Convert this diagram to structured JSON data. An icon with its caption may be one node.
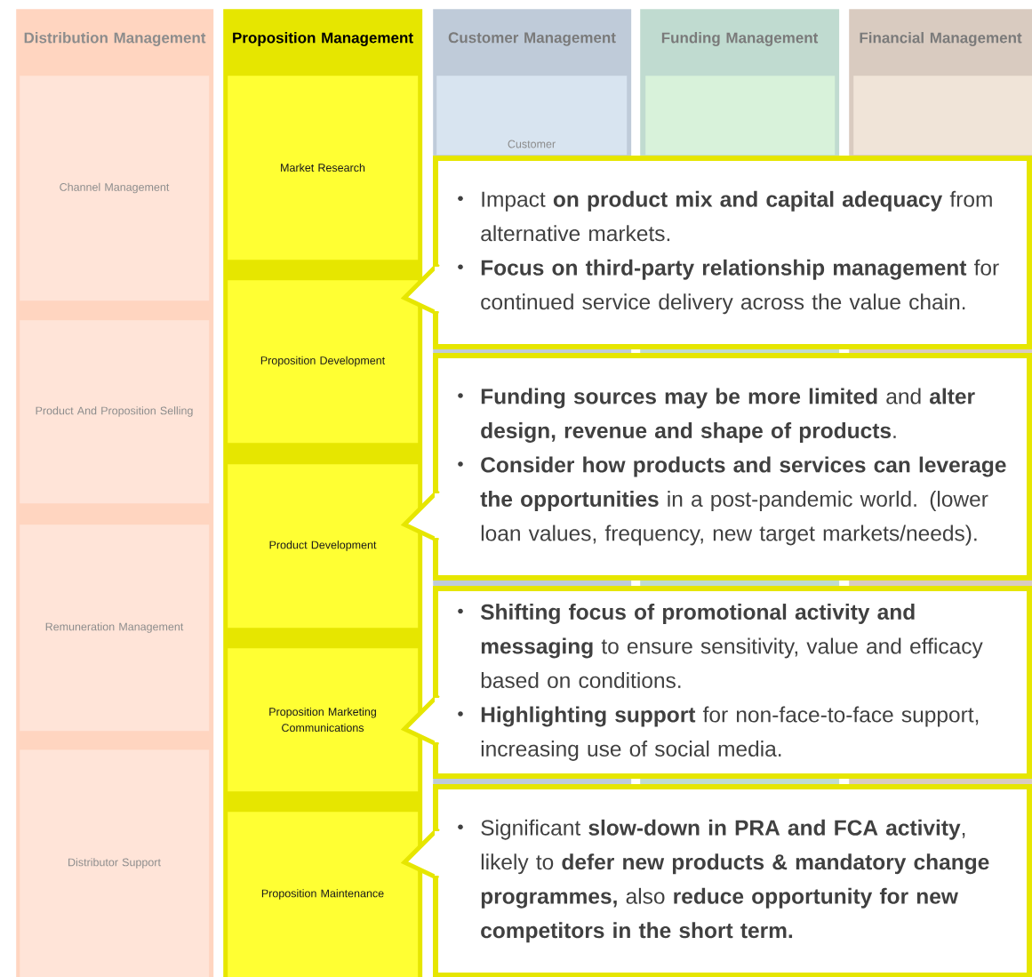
{
  "diagram": {
    "nodes": [
      {
        "text": [
          "Distribution Management"
        ]
      },
      {
        "text": [
          "Channel Management"
        ],
        "in": 0
      },
      {
        "text": [
          "Product And Proposition Selling"
        ],
        "in": 0
      },
      {
        "text": [
          "Remuneration Management"
        ],
        "in": 0
      },
      {
        "text": [
          "Distributor Support"
        ],
        "in": 0
      },
      {
        "text": [
          "Proposition Management"
        ]
      },
      {
        "text": [
          "Market Research"
        ],
        "in": 5
      },
      {
        "text": [
          "Proposition Development"
        ],
        "in": 5
      },
      {
        "text": [
          "Product Development"
        ],
        "in": 5
      },
      {
        "text": [
          "Proposition Marketing Communications"
        ],
        "in": 5
      },
      {
        "text": [
          "Proposition Maintenance"
        ],
        "in": 5
      },
      {
        "text": [
          "Customer Management"
        ]
      },
      {
        "text": [
          "Customer"
        ],
        "in": 11
      },
      {
        "text": [
          "Funding Management"
        ]
      },
      {
        "text": [],
        "shape": "box",
        "in": 13
      },
      {
        "text": [
          "Financial Management"
        ]
      },
      {
        "text": [],
        "shape": "box",
        "in": 15
      },
      {
        "text": [
          "Impact **on product mix and capital adequacy** from alternative markets.",
          "**Focus on third-party relationship management** for continued service delivery across the value chain."
        ]
      },
      {
        "text": [
          "**Funding sources may be more limited** and **alter design, revenue and shape of products**.",
          "**Consider how products and services can leverage the opportunities** in a post-pandemic world. (lower loan values, frequency, new target markets/needs)."
        ]
      },
      {
        "text": [
          "**Shifting focus of promotional activity and messaging** to ensure sensitivity, value and efficacy based on conditions.",
          "**Highlighting support** for non-face-to-face support, increasing use of social media."
        ]
      },
      {
        "text": [
          "Significant **slow-down in PRA and FCA activity**, likely to **defer new products & mandatory change programmes,** also **reduce opportunity for new competitors in the short term.**"
        ]
      }
    ]
  }
}
